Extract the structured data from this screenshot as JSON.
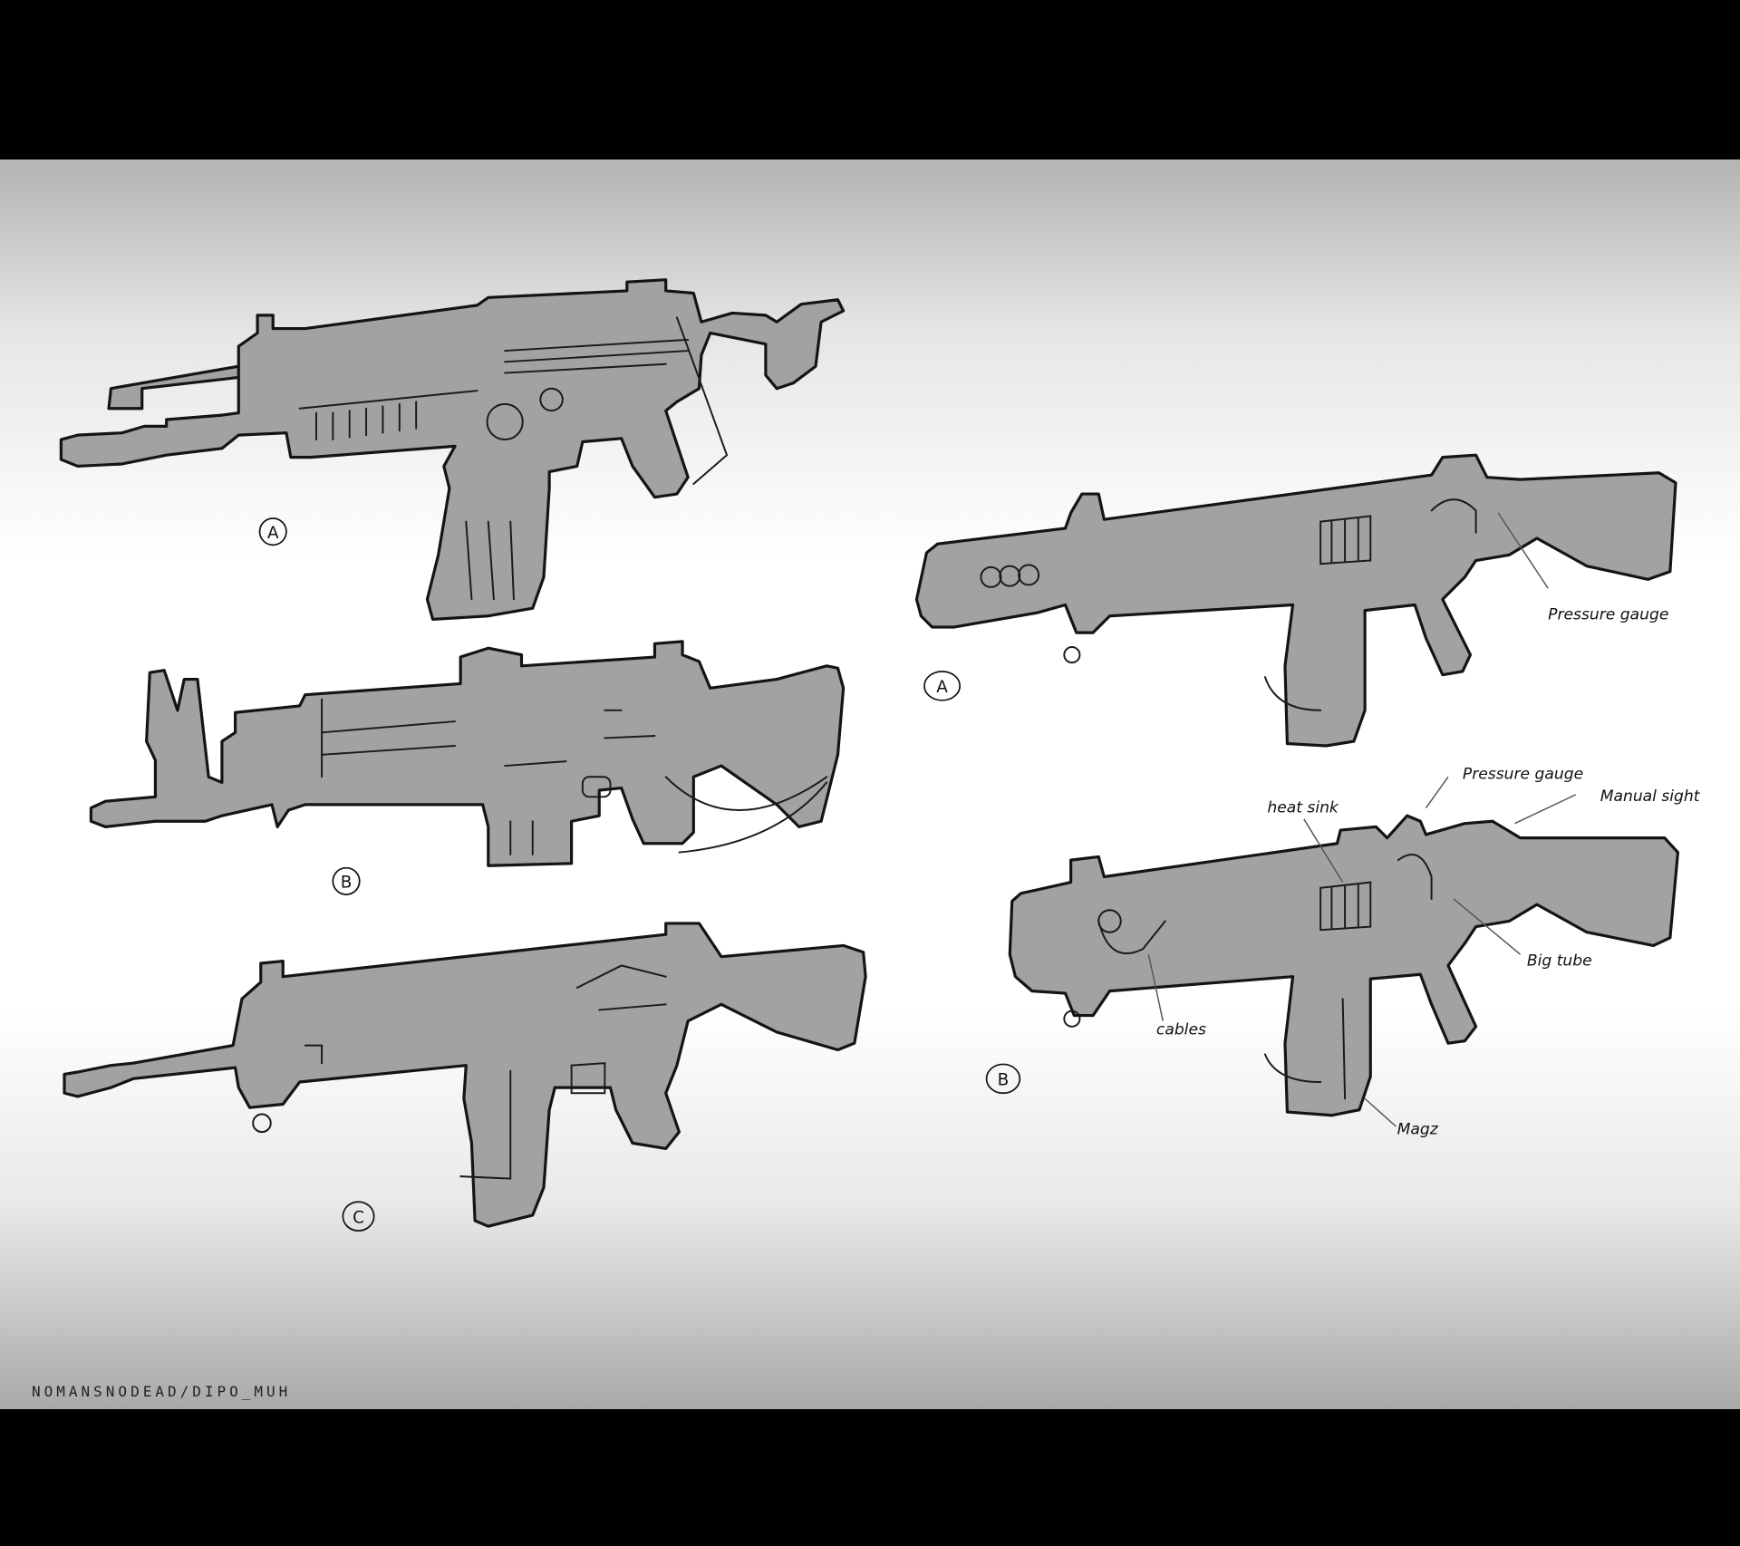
{
  "sketches_left": [
    {
      "version_label": "A"
    },
    {
      "version_label": "B"
    },
    {
      "version_label": "C"
    }
  ],
  "sketches_right": [
    {
      "version_label": "A",
      "callouts": [
        "Pressure gauge"
      ]
    },
    {
      "version_label": "B",
      "callouts": [
        "heat sink",
        "Pressure gauge",
        "Manual sight",
        "Big tube",
        "cables",
        "Magz"
      ]
    }
  ],
  "credit": "NOMANSNODEAD/DIPO_MUH",
  "colors": {
    "background_frame": "#000000",
    "gun_fill": "#a2a2a2",
    "ink": "#141414"
  }
}
